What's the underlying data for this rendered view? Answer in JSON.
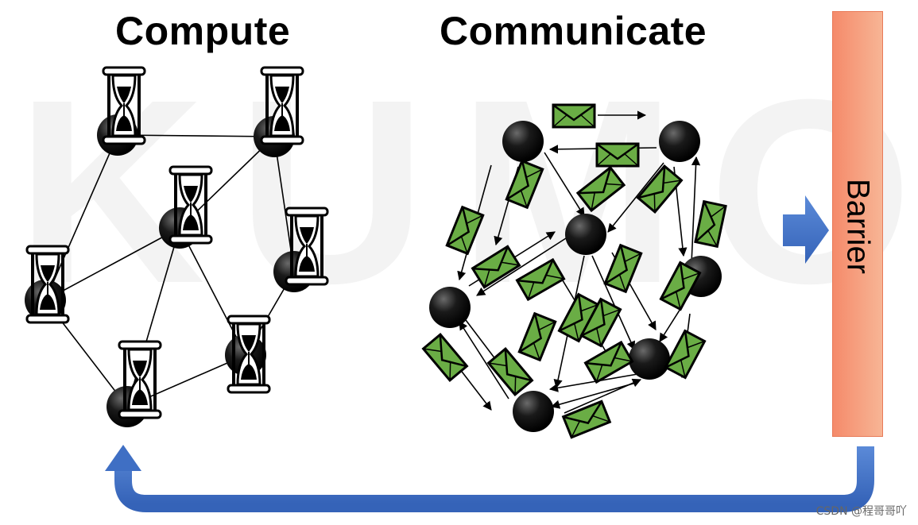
{
  "titles": {
    "compute": "Compute",
    "communicate": "Communicate"
  },
  "barrier": {
    "label": "Barrier"
  },
  "watermark": {
    "background_text": "KUMO",
    "caption": "CSDN @程哥哥吖"
  },
  "icons": {
    "node": "vertex-node-icon",
    "compute": "hourglass-icon",
    "message": "envelope-icon",
    "flow_right": "right-arrow-icon",
    "loop_back": "return-arrow-icon"
  },
  "colors": {
    "node": "#000000",
    "edge": "#000000",
    "envelope_fill": "#6aad45",
    "barrier_fill": "#f79b7c",
    "flow_arrow": "#4472c4",
    "watermark": "#f2f2f2"
  }
}
